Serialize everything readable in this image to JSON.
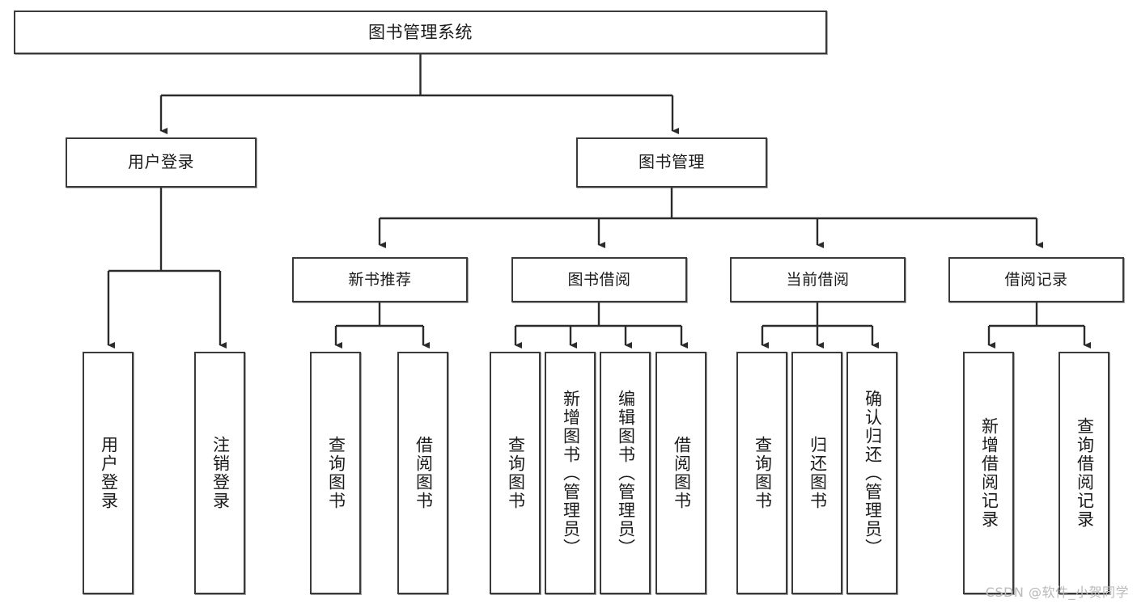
{
  "diagram": {
    "title": "图书管理系统",
    "type": "tree-hierarchy-chart",
    "watermark": "CSDN @软件_小贺同学",
    "colors": {
      "box_border": "#3a3a3a",
      "box_fill": "#ffffff",
      "edge": "#2b2b2b",
      "text": "#1b1b1b",
      "watermark": "#b9b9b9",
      "background": "#ffffff"
    },
    "nodes": {
      "root": {
        "label": "图书管理系统"
      },
      "level2": [
        {
          "id": "user-login",
          "label": "用户登录"
        },
        {
          "id": "book-manage",
          "label": "图书管理"
        }
      ],
      "level3": [
        {
          "id": "new-book-recommend",
          "label": "新书推荐"
        },
        {
          "id": "book-borrow",
          "label": "图书借阅"
        },
        {
          "id": "current-borrow",
          "label": "当前借阅"
        },
        {
          "id": "borrow-record",
          "label": "借阅记录"
        }
      ],
      "leaves": {
        "user-login": [
          {
            "id": "leaf-user-login",
            "label": "用户登录"
          },
          {
            "id": "leaf-user-logout",
            "label": "注销登录"
          }
        ],
        "new-book-recommend": [
          {
            "id": "leaf-query-book-1",
            "label": "查询图书"
          },
          {
            "id": "leaf-borrow-book-1",
            "label": "借阅图书"
          }
        ],
        "book-borrow": [
          {
            "id": "leaf-query-book-2",
            "label": "查询图书"
          },
          {
            "id": "leaf-add-book",
            "label": "新增图书（管理员）"
          },
          {
            "id": "leaf-edit-book",
            "label": "编辑图书（管理员）"
          },
          {
            "id": "leaf-borrow-book-2",
            "label": "借阅图书"
          }
        ],
        "current-borrow": [
          {
            "id": "leaf-query-book-3",
            "label": "查询图书"
          },
          {
            "id": "leaf-return-book",
            "label": "归还图书"
          },
          {
            "id": "leaf-confirm-return",
            "label": "确认归还（管理员）"
          }
        ],
        "borrow-record": [
          {
            "id": "leaf-add-record",
            "label": "新增借阅记录"
          },
          {
            "id": "leaf-query-record",
            "label": "查询借阅记录"
          }
        ]
      }
    }
  }
}
